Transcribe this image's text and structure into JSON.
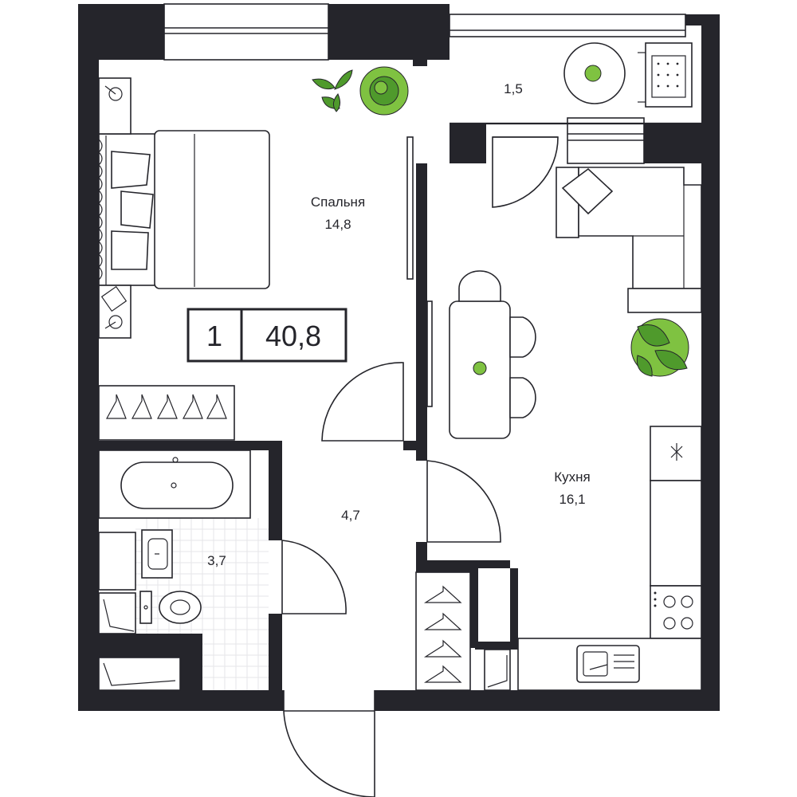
{
  "rooms": {
    "bedroom": {
      "name": "Спальня",
      "area": "14,8"
    },
    "kitchen": {
      "name": "Кухня",
      "area": "16,1"
    },
    "balcony": {
      "area": "1,5"
    },
    "hall": {
      "area": "4,7"
    },
    "bathroom": {
      "area": "3,7"
    }
  },
  "summary": {
    "rooms_count": "1",
    "total_area": "40,8"
  },
  "colors": {
    "wall": "#25252b",
    "plant_dark": "#4f9a2c",
    "plant_light": "#7fc241",
    "tile": "#e6e6e9"
  },
  "icons": [
    "bed-icon",
    "bathtub-icon",
    "toilet-icon",
    "sink-icon",
    "stove-icon",
    "plant-icon",
    "hanger-icon",
    "sofa-icon",
    "table-icon",
    "chair-icon"
  ]
}
